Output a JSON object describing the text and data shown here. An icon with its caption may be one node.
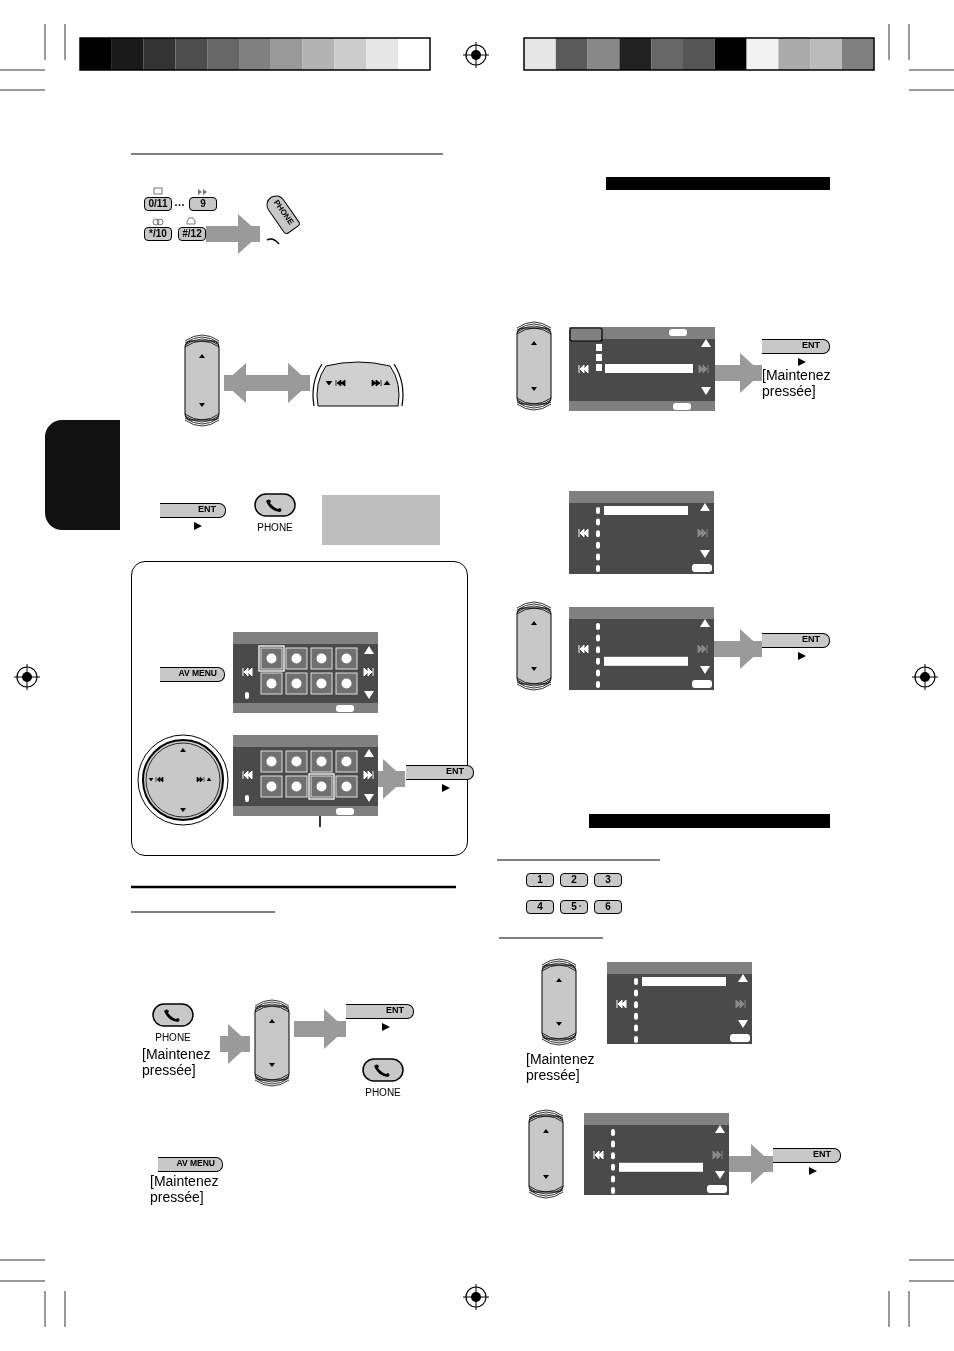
{
  "diagram": {
    "nodes": [
      {
        "text": [
          "0/11"
        ]
      },
      {
        "text": [
          "9"
        ]
      },
      {
        "text": [
          "*/10"
        ]
      },
      {
        "text": [
          "#/12"
        ]
      },
      {
        "text": [
          "PHONE"
        ]
      },
      {
        "text": [],
        "shape": "picture"
      },
      {
        "text": [],
        "shape": "picture"
      },
      {
        "text": [
          "ENT"
        ]
      },
      {
        "text": [
          "PHONE"
        ]
      },
      {
        "text": [],
        "shape": "box"
      },
      {
        "text": [],
        "shape": "box"
      },
      {
        "text": [
          "AV MENU"
        ],
        "in": 10
      },
      {
        "text": [],
        "shape": "box",
        "in": 10
      },
      {
        "text": [],
        "shape": "circle",
        "in": 10
      },
      {
        "text": [],
        "shape": "box",
        "in": 10
      },
      {
        "text": [
          "ENT"
        ],
        "in": 10
      },
      {
        "text": [
          "PHONE"
        ],
        "beside": [
          "[Maintenez pressée]"
        ]
      },
      {
        "text": [],
        "shape": "picture"
      },
      {
        "text": [
          "ENT"
        ]
      },
      {
        "text": [
          "PHONE"
        ]
      },
      {
        "text": [
          "AV MENU"
        ],
        "beside": [
          "[Maintenez pressée]"
        ]
      },
      {
        "text": [],
        "shape": "picture"
      },
      {
        "text": [],
        "shape": "box"
      },
      {
        "text": [
          "ENT"
        ],
        "beside": [
          "[Maintenez pressée]"
        ]
      },
      {
        "text": [],
        "shape": "box"
      },
      {
        "text": [],
        "shape": "picture"
      },
      {
        "text": [],
        "shape": "box"
      },
      {
        "text": [
          "ENT"
        ]
      },
      {
        "text": [
          "1"
        ]
      },
      {
        "text": [
          "2"
        ]
      },
      {
        "text": [
          "3"
        ]
      },
      {
        "text": [
          "4"
        ]
      },
      {
        "text": [
          "5"
        ]
      },
      {
        "text": [
          "6"
        ]
      },
      {
        "text": [],
        "shape": "picture",
        "beside": [
          "[Maintenez pressée]"
        ]
      },
      {
        "text": [],
        "shape": "box"
      },
      {
        "text": [],
        "shape": "picture"
      },
      {
        "text": [],
        "shape": "box"
      },
      {
        "text": [
          "ENT"
        ]
      },
      {
        "text": [],
        "shape": "bar"
      },
      {
        "text": [],
        "shape": "bar"
      },
      {
        "text": [],
        "shape": "box"
      }
    ],
    "edges": [
      {
        "from": 3,
        "to": 4,
        "arrow": "to"
      },
      {
        "from": 5,
        "to": 6,
        "arrow": "both"
      },
      {
        "from": 14,
        "to": 15,
        "arrow": "to"
      },
      {
        "from": null,
        "to": 14,
        "arrow": "none",
        "color": "#000000"
      },
      {
        "from": 16,
        "to": 17,
        "arrow": "to"
      },
      {
        "from": 17,
        "to": 18,
        "arrow": "to"
      },
      {
        "from": 22,
        "to": 23,
        "arrow": "to"
      },
      {
        "from": 26,
        "to": 27,
        "arrow": "to"
      },
      {
        "from": 37,
        "to": 38,
        "arrow": "to"
      }
    ],
    "labels": [
      "…"
    ]
  }
}
